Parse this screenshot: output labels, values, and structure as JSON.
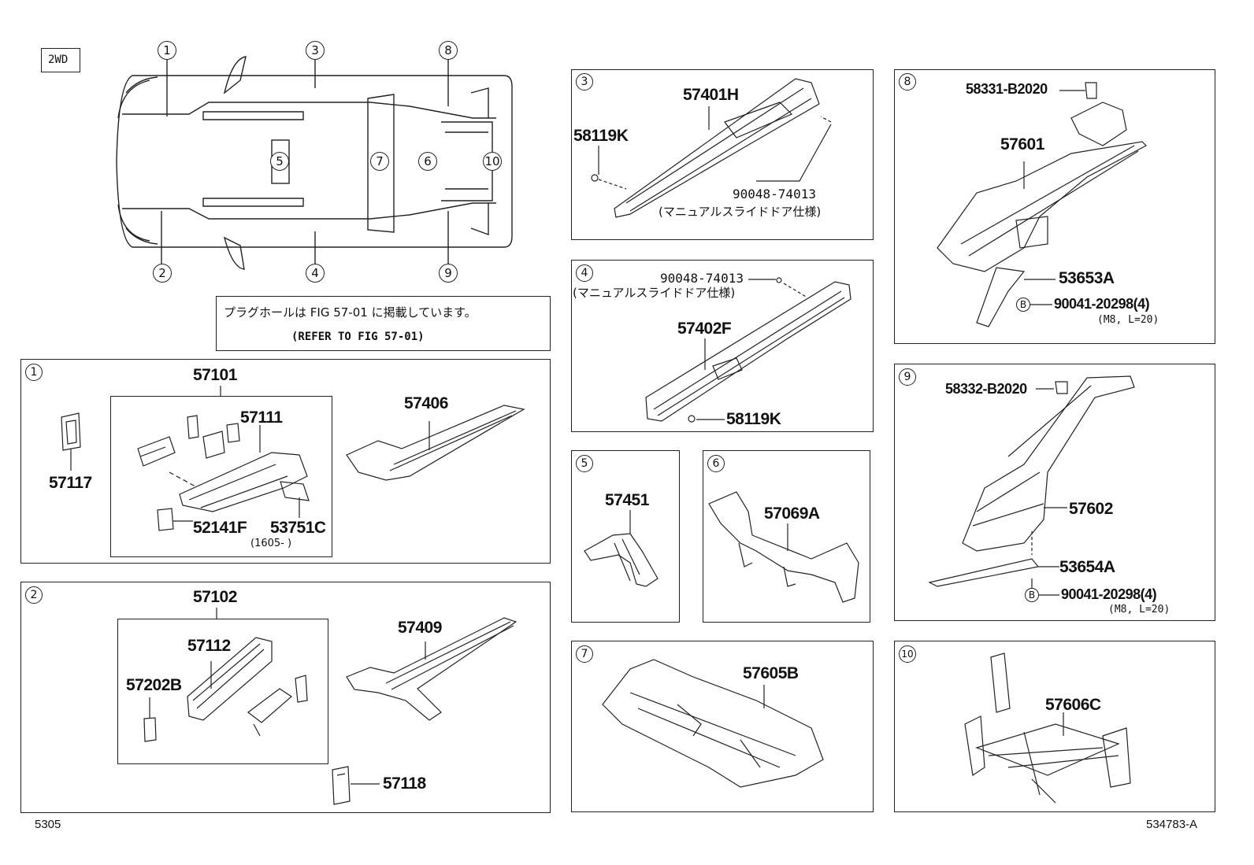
{
  "tag_2wd": "2WD",
  "overview_labels": [
    "1",
    "2",
    "3",
    "4",
    "5",
    "6",
    "7",
    "8",
    "9",
    "10"
  ],
  "note": {
    "jp": "プラグホールは FIG 57-01 に掲載しています。",
    "en": "(REFER TO FIG 57-01)"
  },
  "panel1": {
    "num": "1",
    "parts": {
      "p57117": "57117",
      "p57101": "57101",
      "p57111": "57111",
      "p52141F": "52141F",
      "p53751C": "53751C",
      "p53751C_note": "(1605-      )",
      "p57406": "57406"
    }
  },
  "panel2": {
    "num": "2",
    "parts": {
      "p57102": "57102",
      "p57112": "57112",
      "p57202B": "57202B",
      "p57409": "57409",
      "p57118": "57118"
    }
  },
  "panel3": {
    "num": "3",
    "parts": {
      "p57401H": "57401H",
      "p58119K": "58119K",
      "p90048": "90048-74013",
      "note": "(マニュアルスライドドア仕様)"
    }
  },
  "panel4": {
    "num": "4",
    "parts": {
      "p90048": "90048-74013",
      "note": "(マニュアルスライドドア仕様)",
      "p57402F": "57402F",
      "p58119K": "58119K"
    }
  },
  "panel5": {
    "num": "5",
    "parts": {
      "p57451": "57451"
    }
  },
  "panel6": {
    "num": "6",
    "parts": {
      "p57069A": "57069A"
    }
  },
  "panel7": {
    "num": "7",
    "parts": {
      "p57605B": "57605B"
    }
  },
  "panel8": {
    "num": "8",
    "parts": {
      "p58331": "58331-B2020",
      "p57601": "57601",
      "p53653A": "53653A",
      "bolt_mark": "B",
      "p90041": "90041-20298(4)",
      "spec": "(M8, L=20)"
    }
  },
  "panel9": {
    "num": "9",
    "parts": {
      "p58332": "58332-B2020",
      "p57602": "57602",
      "p53654A": "53654A",
      "bolt_mark": "B",
      "p90041": "90041-20298(4)",
      "spec": "(M8, L=20)"
    }
  },
  "panel10": {
    "num": "10",
    "parts": {
      "p57606C": "57606C"
    }
  },
  "footer": {
    "left": "5305",
    "right": "534783-A"
  }
}
